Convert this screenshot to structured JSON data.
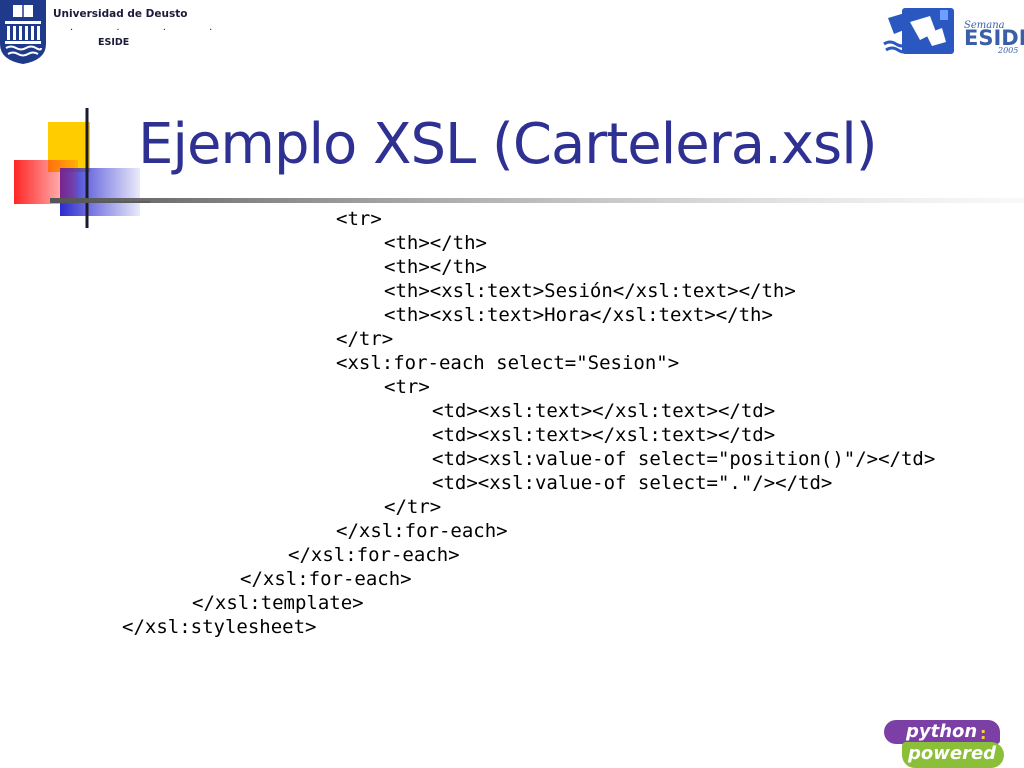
{
  "header": {
    "university_name": "Universidad de Deusto",
    "university_dots": ". . . .",
    "university_sub": "ESIDE",
    "event_semana": "Semana",
    "event_name": "ESIDE",
    "event_year": "2005"
  },
  "slide": {
    "title": "Ejemplo XSL (Cartelera.xsl)",
    "code_lines": [
      "<tr>",
      "<th></th>",
      "<th></th>",
      "<th><xsl:text>Sesión</xsl:text></th>",
      "<th><xsl:text>Hora</xsl:text></th>",
      "</tr>",
      "<xsl:for-each select=\"Sesion\">",
      "<tr>",
      "<td><xsl:text></xsl:text></td>",
      "<td><xsl:text></xsl:text></td>",
      "<td><xsl:value-of select=\"position()\"/></td>",
      "<td><xsl:value-of select=\".\"/></td>",
      "</tr>",
      "</xsl:for-each>",
      "</xsl:for-each>",
      "</xsl:for-each>",
      "</xsl:template>",
      "</xsl:stylesheet>"
    ]
  },
  "footer": {
    "badge_top": "python",
    "badge_colon": ":",
    "badge_bottom": "powered"
  },
  "colors": {
    "title": "#2e3192",
    "code": "#000000",
    "decor_yellow": "#ffcc00",
    "decor_red": "#ff2a2a",
    "decor_blue": "#3333cc",
    "badge_purple": "#7b3fa6",
    "badge_green": "#8bbf3a"
  },
  "icons": {
    "university_shield": "deusto-shield-icon",
    "event_mark": "semana-eside-logo-icon"
  }
}
